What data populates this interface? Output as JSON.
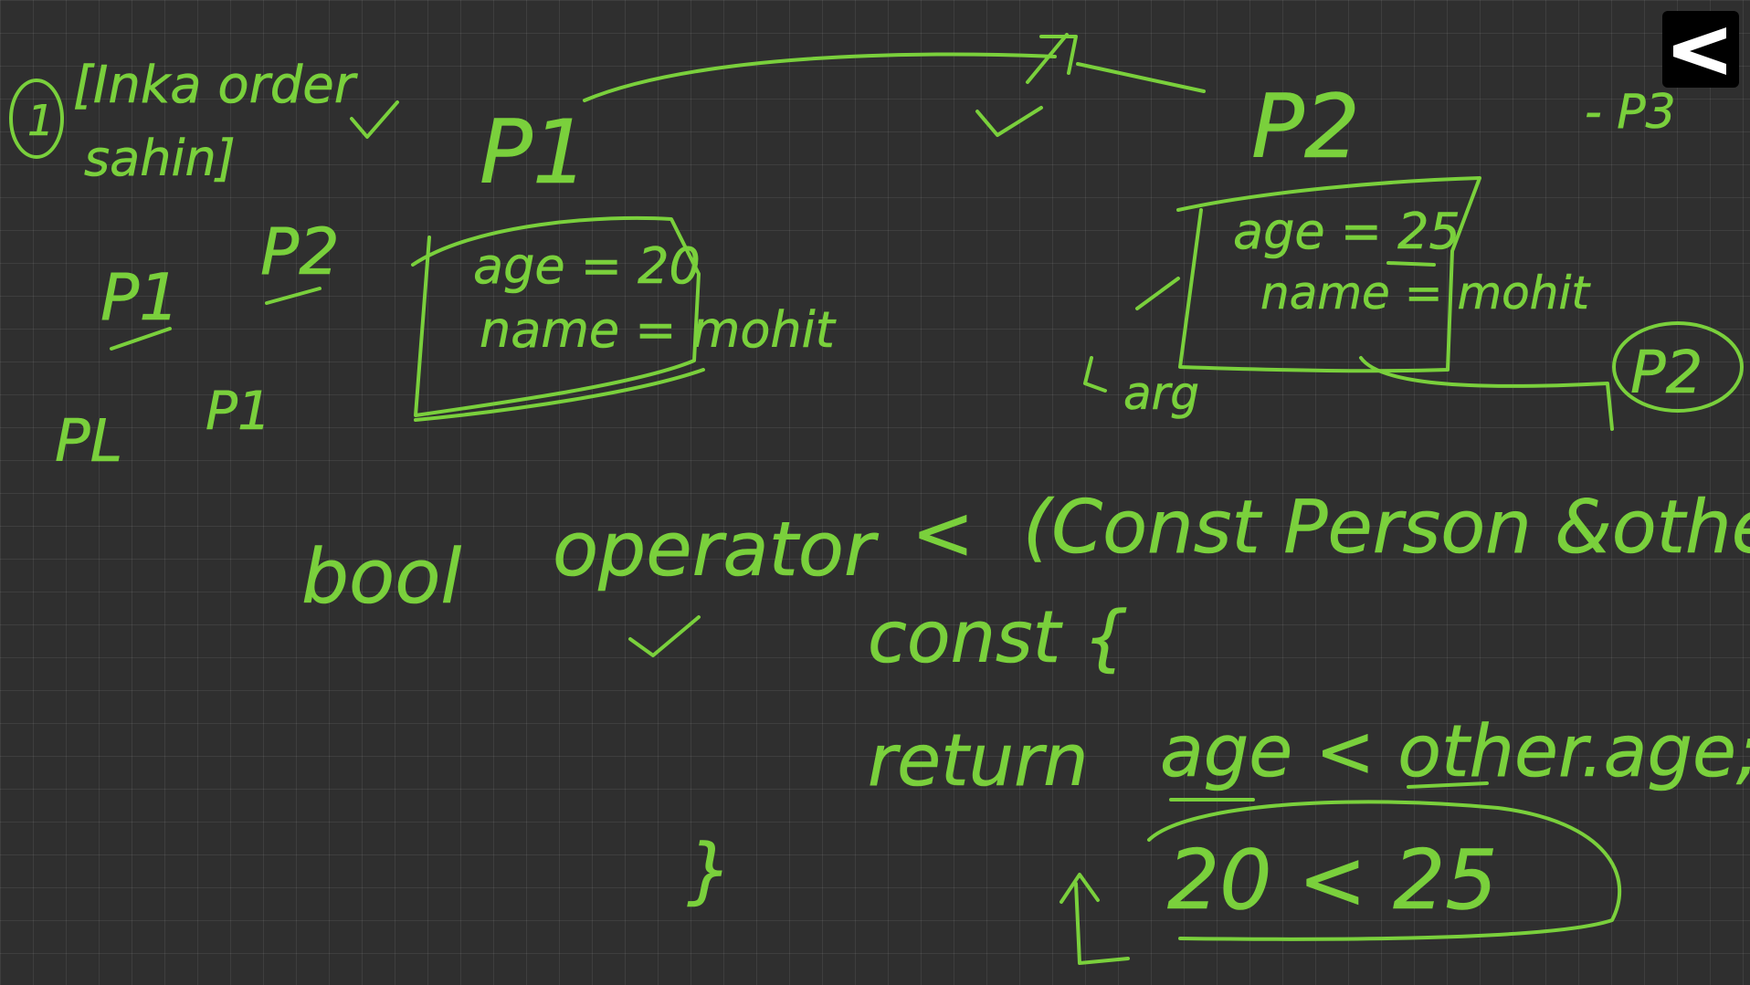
{
  "colors": {
    "background": "#2f2f2f",
    "ink": "#7ad03c",
    "grid": "#3c3c3c",
    "logo_bg": "#000000"
  },
  "logo": {
    "icon": "play-arrow-logo-icon"
  },
  "notes": {
    "step_number": "1",
    "inka_order": "[Inka order",
    "sahin": "sahin]",
    "p1_top": "P1",
    "p2_top": "P2",
    "p3_top": "- P3",
    "left_p1": "P1",
    "left_p2": "P2",
    "left_pl": "PL",
    "left_p1b": "P1",
    "p1_age": "age = 20",
    "p1_name": "name = mohit",
    "p2_age": "age = 25",
    "p2_name": "name = mohit",
    "arg_label": "arg",
    "p2_circle": "P2",
    "code_line1_bool": "bool",
    "code_line1_operator": "operator",
    "code_line1_lt": "<",
    "code_line1_params": "(Const Person &other)",
    "code_line2": "const {",
    "code_line3_return": "return",
    "code_line3_expr": "age < other.age;",
    "close_brace": "}",
    "compare": "20 < 25"
  }
}
